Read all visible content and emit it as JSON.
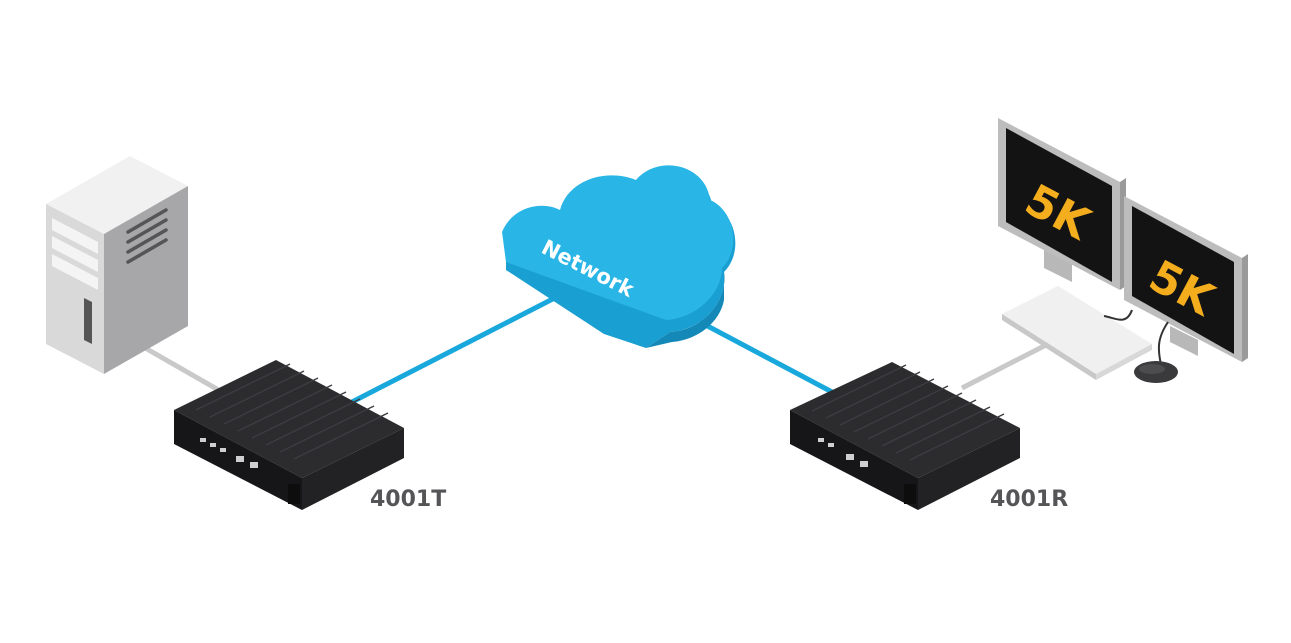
{
  "diagram": {
    "network": {
      "label": "Network"
    },
    "transmitter": {
      "label": "4001T"
    },
    "receiver": {
      "label": "4001R"
    },
    "monitors": [
      {
        "label": "5K"
      },
      {
        "label": "5K"
      }
    ]
  },
  "colors": {
    "network_link": "#19a8dc",
    "cloud": "#29b6e6",
    "device_body": "#1d1d1f",
    "label_text": "#555558",
    "screen_text": "#f3ad1d"
  }
}
